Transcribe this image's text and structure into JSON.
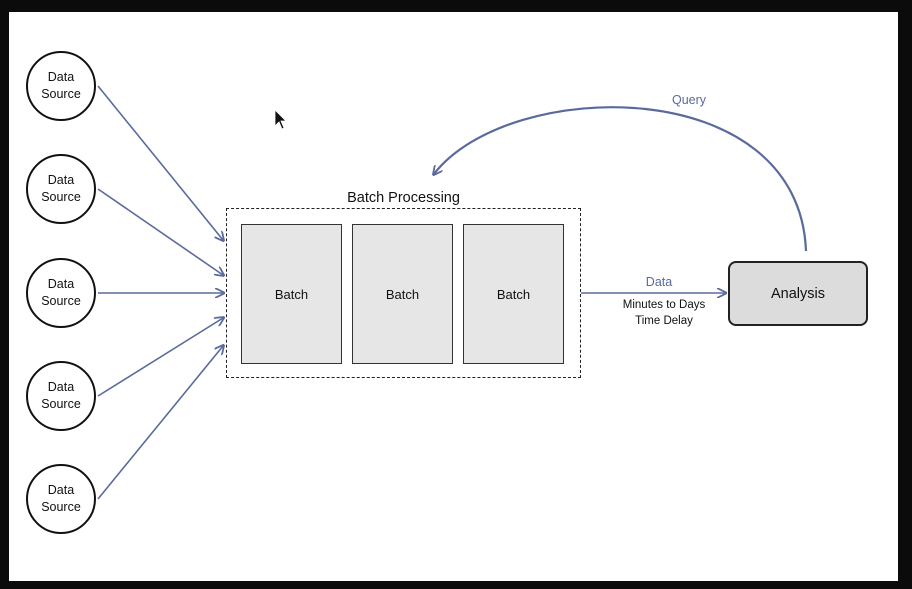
{
  "sources": [
    {
      "label": "Data\nSource"
    },
    {
      "label": "Data\nSource"
    },
    {
      "label": "Data\nSource"
    },
    {
      "label": "Data\nSource"
    },
    {
      "label": "Data\nSource"
    }
  ],
  "batch_processing": {
    "title": "Batch Processing",
    "batches": [
      "Batch",
      "Batch",
      "Batch"
    ]
  },
  "flow": {
    "data_label": "Data",
    "delay_label": "Minutes to Days\nTime Delay"
  },
  "analysis": {
    "label": "Analysis"
  },
  "feedback": {
    "query_label": "Query"
  },
  "colors": {
    "arrow": "#5a6a9c",
    "batch_fill": "#e6e6e6",
    "analysis_fill": "#dcdcdc",
    "frame_background": "#0b0b0b"
  }
}
